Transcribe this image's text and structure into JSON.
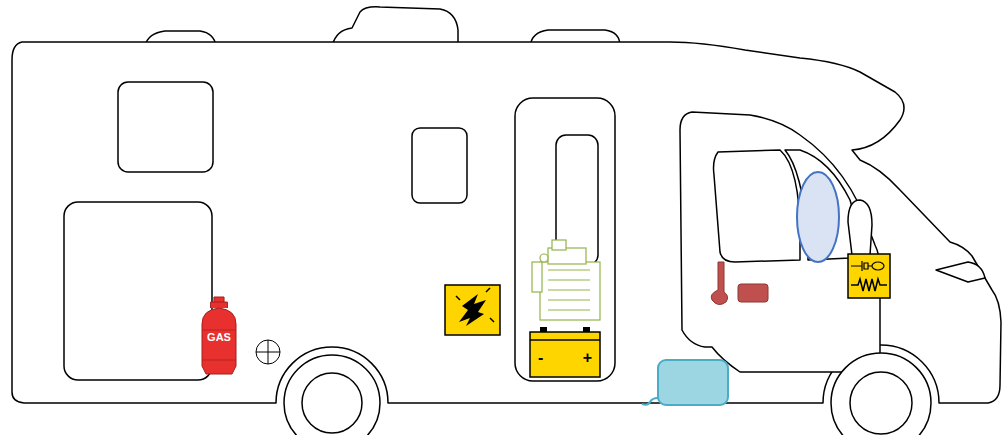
{
  "diagram": {
    "nodes": [
      {
        "text": [
          "GAS"
        ]
      },
      {
        "text": [
          "-",
          "+"
        ]
      }
    ]
  }
}
